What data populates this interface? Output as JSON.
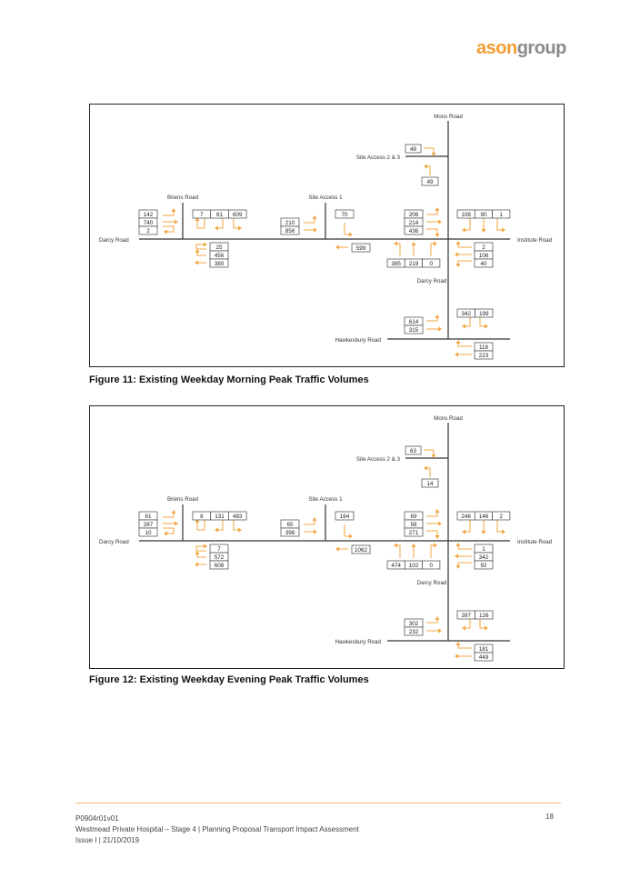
{
  "header": {
    "logo_part1": "ason",
    "logo_part2": "group"
  },
  "colors": {
    "accent": "#f39c32",
    "arrow": "#f2a640"
  },
  "labels": {
    "mons_road": "Mons Road",
    "site_access_23": "Site Access 2 & 3",
    "briens_road": "Briens Road",
    "site_access_1": "Site Access 1",
    "darcy_road_west": "Darcy Road",
    "institute_road": "Institute Road",
    "darcy_road_south": "Darcy Road",
    "hawkesbury_road": "Hawkesbury Road"
  },
  "figures": [
    {
      "caption": "Figure 11: Existing Weekday Morning Peak Traffic Volumes",
      "volumes": {
        "sa23_south": [
          "49"
        ],
        "sa23_exit": [
          "49"
        ],
        "briens_west_approach": [
          "142",
          "740",
          "2"
        ],
        "briens_north": [
          "7",
          "61",
          "609"
        ],
        "briens_east_approach": [
          "25",
          "456",
          "380"
        ],
        "sa1_west_approach": [
          "210",
          "856"
        ],
        "sa1_exit": [
          "70"
        ],
        "sa1_east_approach": [
          "599"
        ],
        "main_west_approach": [
          "206",
          "214",
          "436"
        ],
        "main_north": [
          "108",
          "90",
          "1"
        ],
        "main_east_approach": [
          "2",
          "106",
          "40"
        ],
        "main_south": [
          "385",
          "219",
          "0"
        ],
        "hawk_north": [
          "342",
          "199"
        ],
        "hawk_west_approach": [
          "614",
          "315"
        ],
        "hawk_exit": [
          "118",
          "223"
        ]
      }
    },
    {
      "caption": "Figure 12: Existing Weekday Evening Peak Traffic Volumes",
      "volumes": {
        "sa23_south": [
          "63"
        ],
        "sa23_exit": [
          "14"
        ],
        "briens_west_approach": [
          "61",
          "287",
          "10"
        ],
        "briens_north": [
          "8",
          "131",
          "483"
        ],
        "briens_east_approach": [
          "7",
          "572",
          "608"
        ],
        "sa1_west_approach": [
          "65",
          "398"
        ],
        "sa1_exit": [
          "164"
        ],
        "sa1_east_approach": [
          "1062"
        ],
        "main_west_approach": [
          "69",
          "58",
          "271"
        ],
        "main_north": [
          "246",
          "146",
          "2"
        ],
        "main_east_approach": [
          "1",
          "342",
          "92"
        ],
        "main_south": [
          "474",
          "102",
          "0"
        ],
        "hawk_north": [
          "397",
          "126"
        ],
        "hawk_west_approach": [
          "302",
          "232"
        ],
        "hawk_exit": [
          "181",
          "449"
        ]
      }
    }
  ],
  "footer": {
    "doc_ref": "P0904r01v01",
    "title": "Westmead Private Hospital – Stage 4  |  Planning Proposal Transport Impact Assessment",
    "issue": "Issue I  |  21/10/2019",
    "page_number": "18"
  }
}
